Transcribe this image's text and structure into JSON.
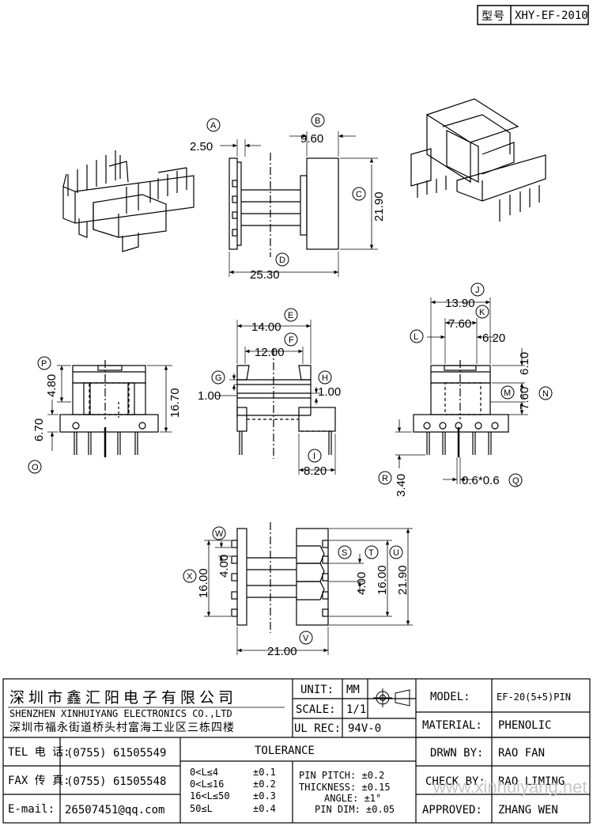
{
  "header": {
    "label": "型号",
    "code": "XHY-EF-2010"
  },
  "dims": {
    "A": "2.50",
    "B": "9.60",
    "C": "21.90",
    "D": "25.30",
    "E": "14.00",
    "F": "12.00",
    "G": "1.00",
    "H": "1.00",
    "I": "8.20",
    "J": "13.90",
    "K": "7.60",
    "L": "6.20",
    "M": "6.10",
    "N": "7.60",
    "O": "6.70",
    "P": "4.80",
    "P2": "16.70",
    "Q": "0.6*0.6",
    "R": "3.40",
    "S": "4.00",
    "T": "16.00",
    "U": "21.90",
    "V": "21.00",
    "W": "4.00",
    "X": "16.00"
  },
  "labels": [
    "A",
    "B",
    "C",
    "D",
    "E",
    "F",
    "G",
    "H",
    "I",
    "J",
    "K",
    "L",
    "M",
    "N",
    "O",
    "P",
    "Q",
    "R",
    "S",
    "T",
    "U",
    "V",
    "W",
    "X"
  ],
  "titleblock": {
    "company_cn": "深圳市鑫汇阳电子有限公司",
    "company_en": "SHENZHEN XINHUIYANG ELECTRONICS CO.,LTD",
    "address": "深圳市福永街道桥头村富海工业区三栋四楼",
    "unit_label": "UNIT:",
    "unit_value": "MM",
    "scale_label": "SCALE:",
    "scale_value": "1/1",
    "ul_label": "UL REC:",
    "ul_value": "94V-0",
    "tel_label": "TEL 电 话:",
    "tel_value": "(0755) 61505549",
    "fax_label": "FAX 传 真:",
    "fax_value": "(0755) 61505548",
    "email_label": "E-mail:",
    "email_value": "26507451@qq.com",
    "tolerance_title": "TOLERANCE",
    "tol_ranges": [
      "0<L≤4",
      "0<L≤16",
      "16<L≤50",
      "50≤L"
    ],
    "tol_values": [
      "±0.1",
      "±0.2",
      "±0.3",
      "±0.4"
    ],
    "pin_pitch": "PIN PITCH: ±0.2",
    "thickness": "THICKNESS: ±0.15",
    "angle": "ANGLE: ±1°",
    "pin_dim": "PIN DIM: ±0.05",
    "model_label": "MODEL:",
    "model_value": "EF-20(5+5)PIN",
    "material_label": "MATERIAL:",
    "material_value": "PHENOLIC",
    "drwn_label": "DRWN BY:",
    "drwn_value": "RAO FAN",
    "check_label": "CHECK BY:",
    "check_value": "RAO LIMING",
    "approved_label": "APPROVED:",
    "approved_value": "ZHANG WEN",
    "watermark": "www.xinhuiyang.net"
  }
}
